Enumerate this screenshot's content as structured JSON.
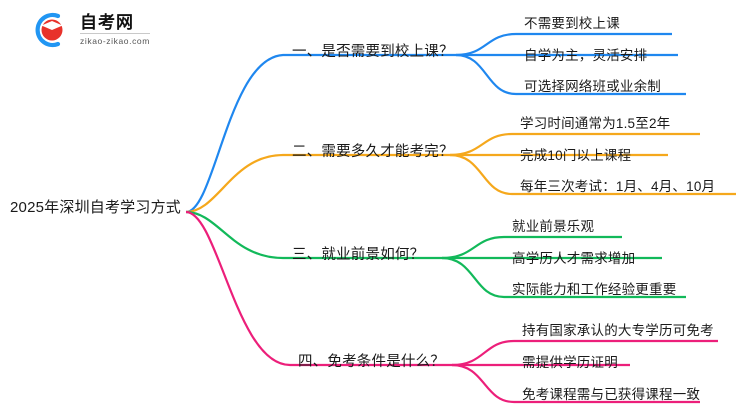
{
  "logo": {
    "title": "自考网",
    "url": "zikao-zikao.com",
    "mark_icon": "graduation-cap-icon",
    "arc_color": "#2196f3",
    "cap_color": "#e8322b"
  },
  "mindmap": {
    "root": {
      "label": "2025年深圳自考学习方式"
    },
    "branches": [
      {
        "id": "branch-1",
        "label": "一、是否需要到校上课？",
        "color": "#1f87ef",
        "leaves": [
          "不需要到校上课",
          "自学为主，灵活安排",
          "可选择网络班或业余制"
        ]
      },
      {
        "id": "branch-2",
        "label": "二、需要多久才能考完？",
        "color": "#f5a81c",
        "leaves": [
          "学习时间通常为1.5至2年",
          "完成10门以上课程",
          "每年三次考试：1月、4月、10月"
        ]
      },
      {
        "id": "branch-3",
        "label": "三、就业前景如何？",
        "color": "#12b95a",
        "leaves": [
          "就业前景乐观",
          "高学历人才需求增加",
          "实际能力和工作经验更重要"
        ]
      },
      {
        "id": "branch-4",
        "label": "四、免考条件是什么？",
        "color": "#ec1f7a",
        "leaves": [
          "持有国家承认的大专学历可免考",
          "需提供学历证明",
          "免考课程需与已获得课程一致"
        ]
      }
    ]
  }
}
